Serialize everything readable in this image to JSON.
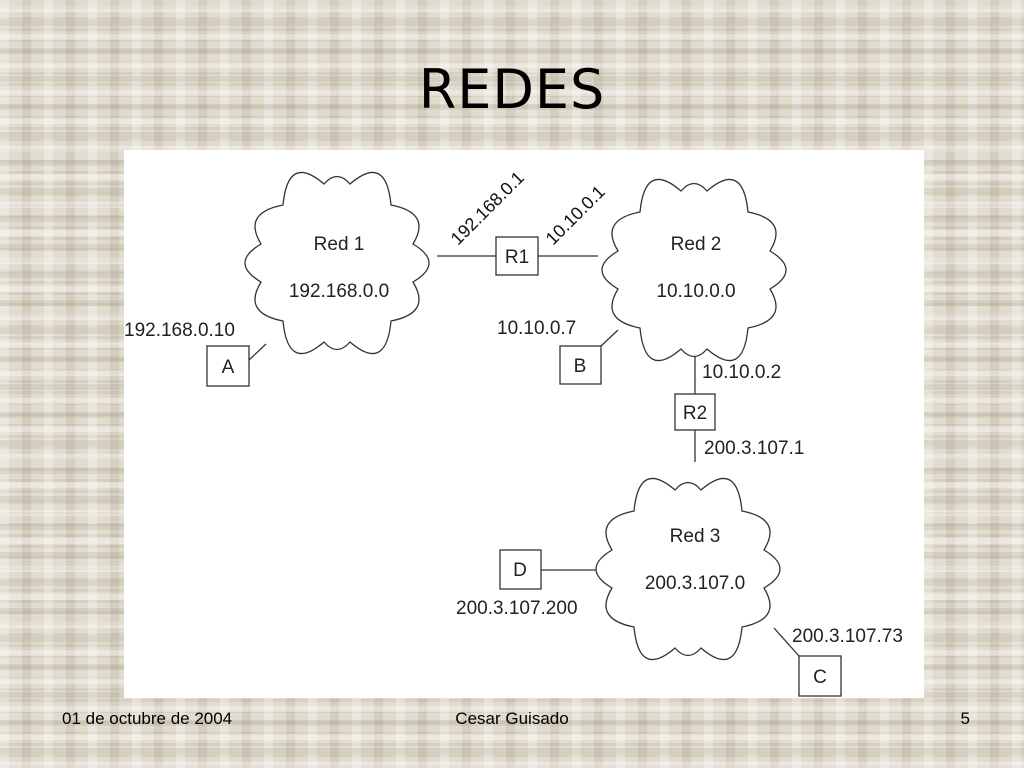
{
  "title": "REDES",
  "diagram": {
    "networks": [
      {
        "name": "Red 1",
        "address": "192.168.0.0"
      },
      {
        "name": "Red 2",
        "address": "10.10.0.0"
      },
      {
        "name": "Red 3",
        "address": "200.3.107.0"
      }
    ],
    "routers": [
      {
        "label": "R1",
        "interfaces": [
          "192.168.0.1",
          "10.10.0.1"
        ]
      },
      {
        "label": "R2",
        "interfaces": [
          "10.10.0.2",
          "200.3.107.1"
        ]
      }
    ],
    "hosts": [
      {
        "label": "A",
        "ip": "192.168.0.10"
      },
      {
        "label": "B",
        "ip": "10.10.0.7"
      },
      {
        "label": "D",
        "ip": "200.3.107.200"
      },
      {
        "label": "C",
        "ip": "200.3.107.73"
      }
    ]
  },
  "footer": {
    "date": "01 de octubre de 2004",
    "author": "Cesar Guisado",
    "page": "5"
  }
}
